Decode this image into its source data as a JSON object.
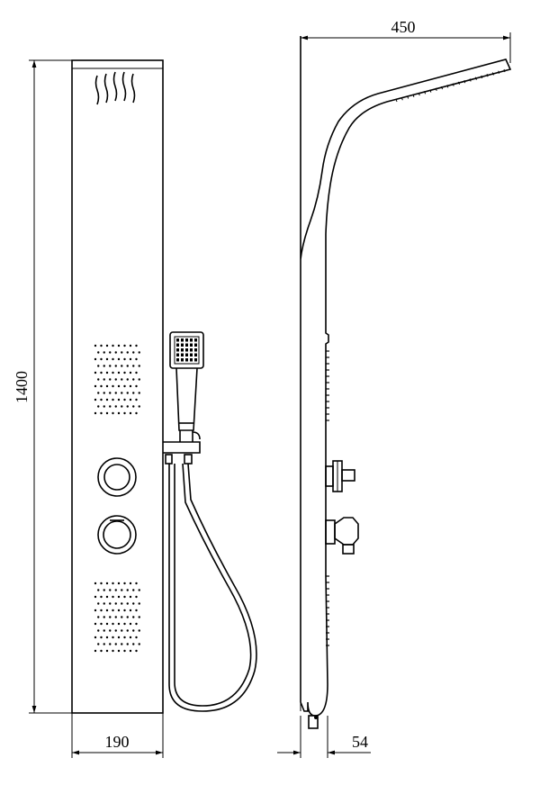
{
  "dimensions": {
    "height_label": "1400",
    "front_width_label": "190",
    "head_reach_label": "450",
    "side_depth_label": "54"
  },
  "views": {
    "front": {
      "icon": "shower-panel-front-view"
    },
    "side": {
      "icon": "shower-panel-side-view"
    }
  },
  "colors": {
    "line": "#000000",
    "background": "#ffffff"
  }
}
